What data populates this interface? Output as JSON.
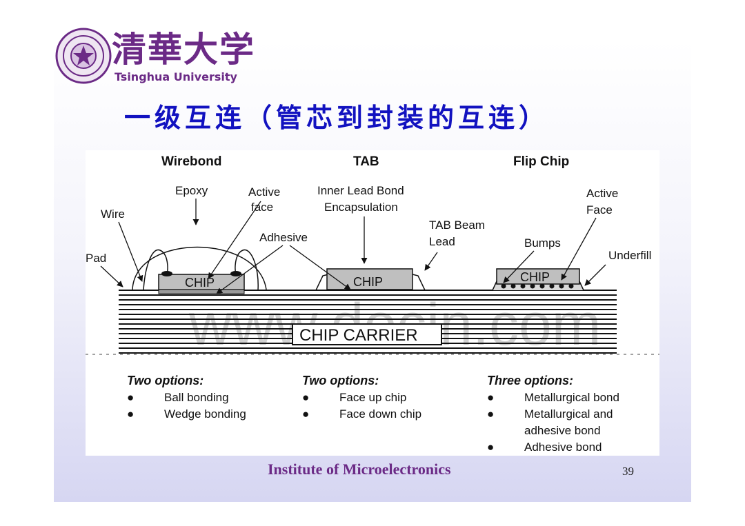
{
  "header": {
    "logo_cn": "清華大学",
    "logo_en": "Tsinghua University",
    "title": "一级互连（管芯到封装的互连）"
  },
  "figure": {
    "columns": [
      "Wirebond",
      "TAB",
      "Flip Chip"
    ],
    "labels": {
      "epoxy": "Epoxy",
      "active1": "Active",
      "face1": "face",
      "inner_lead": "Inner Lead Bond",
      "encapsulation": "Encapsulation",
      "active2": "Active",
      "face2": "Face",
      "wire": "Wire",
      "tab_beam": "TAB Beam",
      "lead": "Lead",
      "adhesive": "Adhesive",
      "bumps": "Bumps",
      "pad": "Pad",
      "underfill": "Underfill",
      "chip": "CHIP",
      "carrier": "CHIP CARRIER"
    },
    "watermark": "www.docin.com"
  },
  "options": [
    {
      "heading": "Two options:",
      "items": [
        "Ball bonding",
        "Wedge bonding"
      ]
    },
    {
      "heading": "Two options:",
      "items": [
        "Face up chip",
        "Face down chip"
      ]
    },
    {
      "heading": "Three options:",
      "items": [
        "Metallurgical bond",
        "Metallurgical and adhesive bond",
        "Adhesive bond"
      ]
    }
  ],
  "footer": {
    "institute": "Institute of Microelectronics",
    "page": "39"
  },
  "colors": {
    "title": "#1212c0",
    "logo": "#6b2a86",
    "chip_fill": "#bfbfbf"
  }
}
